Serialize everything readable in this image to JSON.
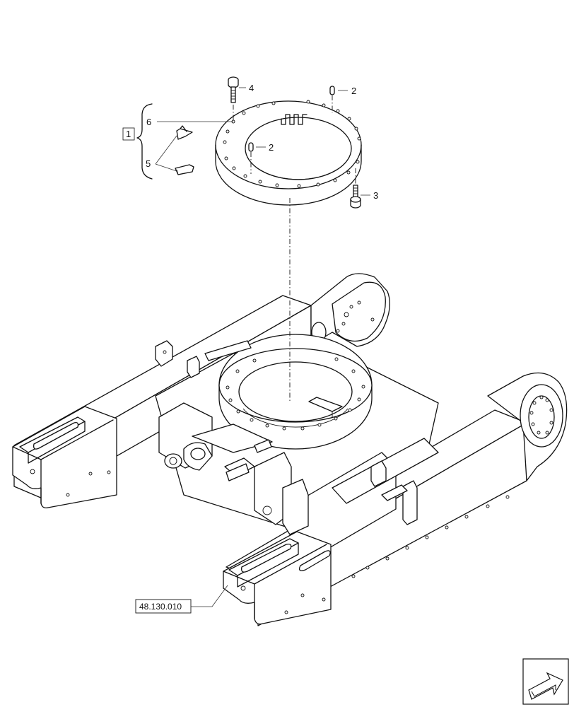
{
  "callouts": {
    "c1": "1",
    "c2a": "2",
    "c2b": "2",
    "c3": "3",
    "c4": "4",
    "c5": "5",
    "c6": "6"
  },
  "reference": {
    "part_ref": "48.130.010"
  },
  "icons": {
    "nav": "next-page-arrow-icon"
  }
}
